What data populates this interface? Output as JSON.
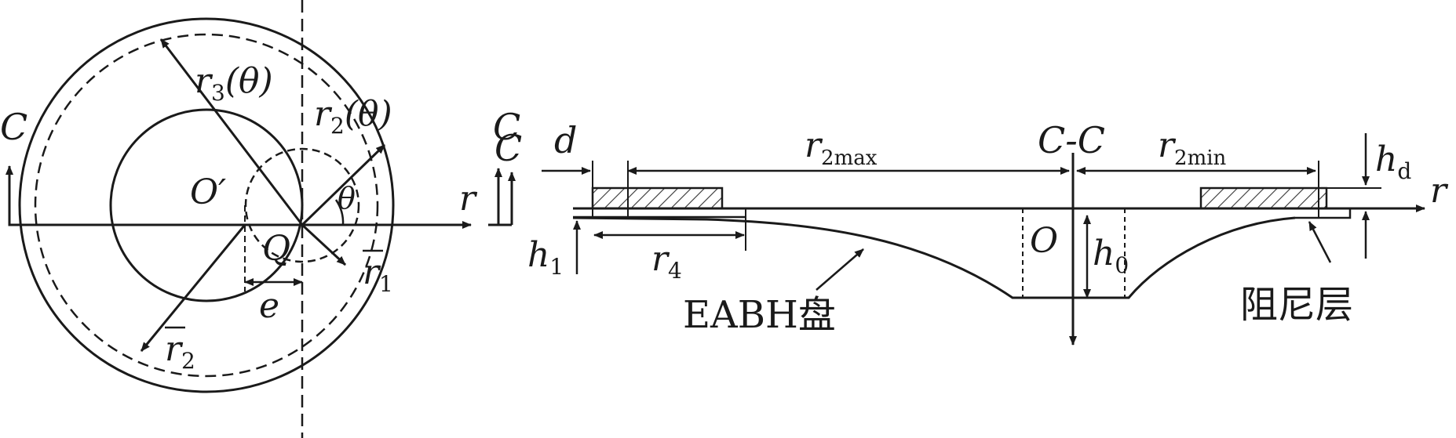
{
  "left_view": {
    "section_letter_left": "C",
    "section_letter_right": "C",
    "axis_r": "r",
    "center_offset": "O′",
    "center_q": "Q",
    "r3_main": "r",
    "r3_sub": "3",
    "r3_arg": "(θ)",
    "r2_main": "r",
    "r2_sub": "2",
    "r2_arg": "(θ)",
    "theta": "θ",
    "r1bar_main": "r",
    "r1bar_sub": "1",
    "r2bar_main": "r",
    "r2bar_sub": "2",
    "eccentricity": "e"
  },
  "section_view": {
    "section_letter": "C",
    "d": "d",
    "r2max_main": "r",
    "r2max_sub": "2max",
    "title": "C-C",
    "r2min_main": "r",
    "r2min_sub": "2min",
    "hd_main": "h",
    "hd_sub": "d",
    "axis_r": "r",
    "h1_main": "h",
    "h1_sub": "1",
    "r4_main": "r",
    "r4_sub": "4",
    "origin": "O",
    "h0_main": "h",
    "h0_sub": "0",
    "disc_label": "EABH盘",
    "damping_label": "阻尼层"
  }
}
